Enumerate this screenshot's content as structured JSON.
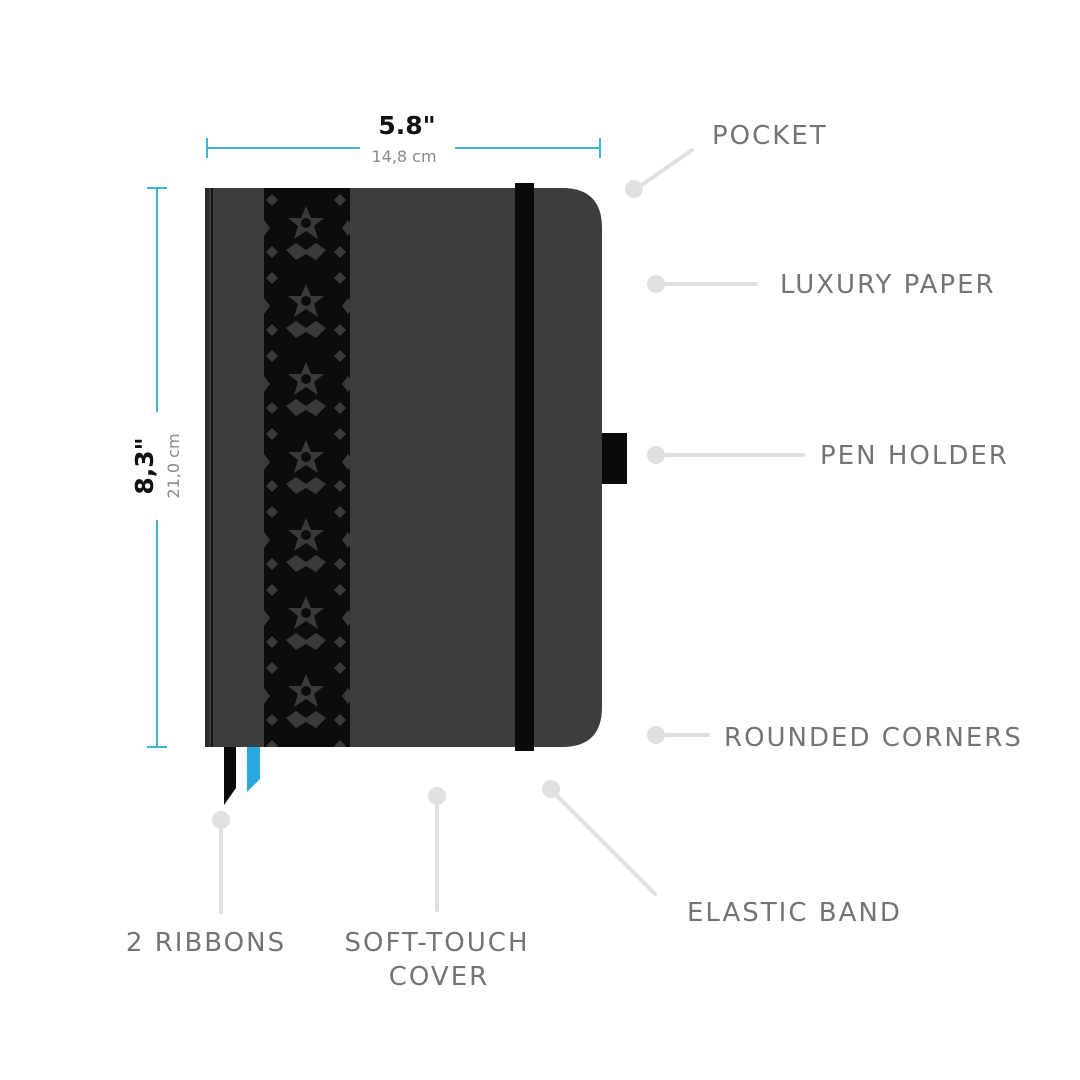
{
  "dimensions": {
    "width_in": "5.8\"",
    "width_cm": "14,8 cm",
    "height_in": "8,3\"",
    "height_cm": "21,0 cm"
  },
  "features": {
    "pocket": "POCKET",
    "luxury_paper": "LUXURY PAPER",
    "pen_holder": "PEN HOLDER",
    "rounded_corners": "ROUNDED CORNERS",
    "elastic_band": "ELASTIC BAND",
    "ribbons": "2 RIBBONS",
    "soft_touch_line1": "SOFT-TOUCH",
    "soft_touch_line2": "COVER"
  },
  "colors": {
    "cover": "#3d3d3d",
    "band": "#0a0a0a",
    "dimension_line": "#3fb3cf",
    "label": "#747474",
    "leader": "#e0e0e0",
    "ribbon_blue": "#29a8e0"
  }
}
